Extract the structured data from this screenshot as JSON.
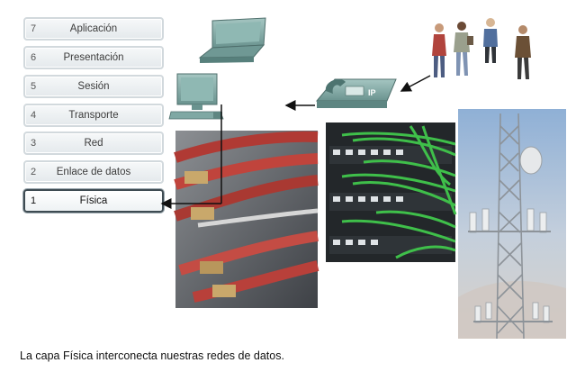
{
  "layers": [
    {
      "number": "7",
      "name": "Aplicación",
      "active": false
    },
    {
      "number": "6",
      "name": "Presentación",
      "active": false
    },
    {
      "number": "5",
      "name": "Sesión",
      "active": false
    },
    {
      "number": "4",
      "name": "Transporte",
      "active": false
    },
    {
      "number": "3",
      "name": "Red",
      "active": false
    },
    {
      "number": "2",
      "name": "Enlace de datos",
      "active": false
    },
    {
      "number": "1",
      "name": "Física",
      "active": true
    }
  ],
  "phone": {
    "label": "IP"
  },
  "caption": "La capa Física interconecta nuestras redes de datos.",
  "colors": {
    "active_border": "#3e4b52",
    "device_teal": "#7fa8a4",
    "cable_red": "#c0443c",
    "cable_green": "#3fbf4a",
    "sky": "#b7c6d8"
  }
}
